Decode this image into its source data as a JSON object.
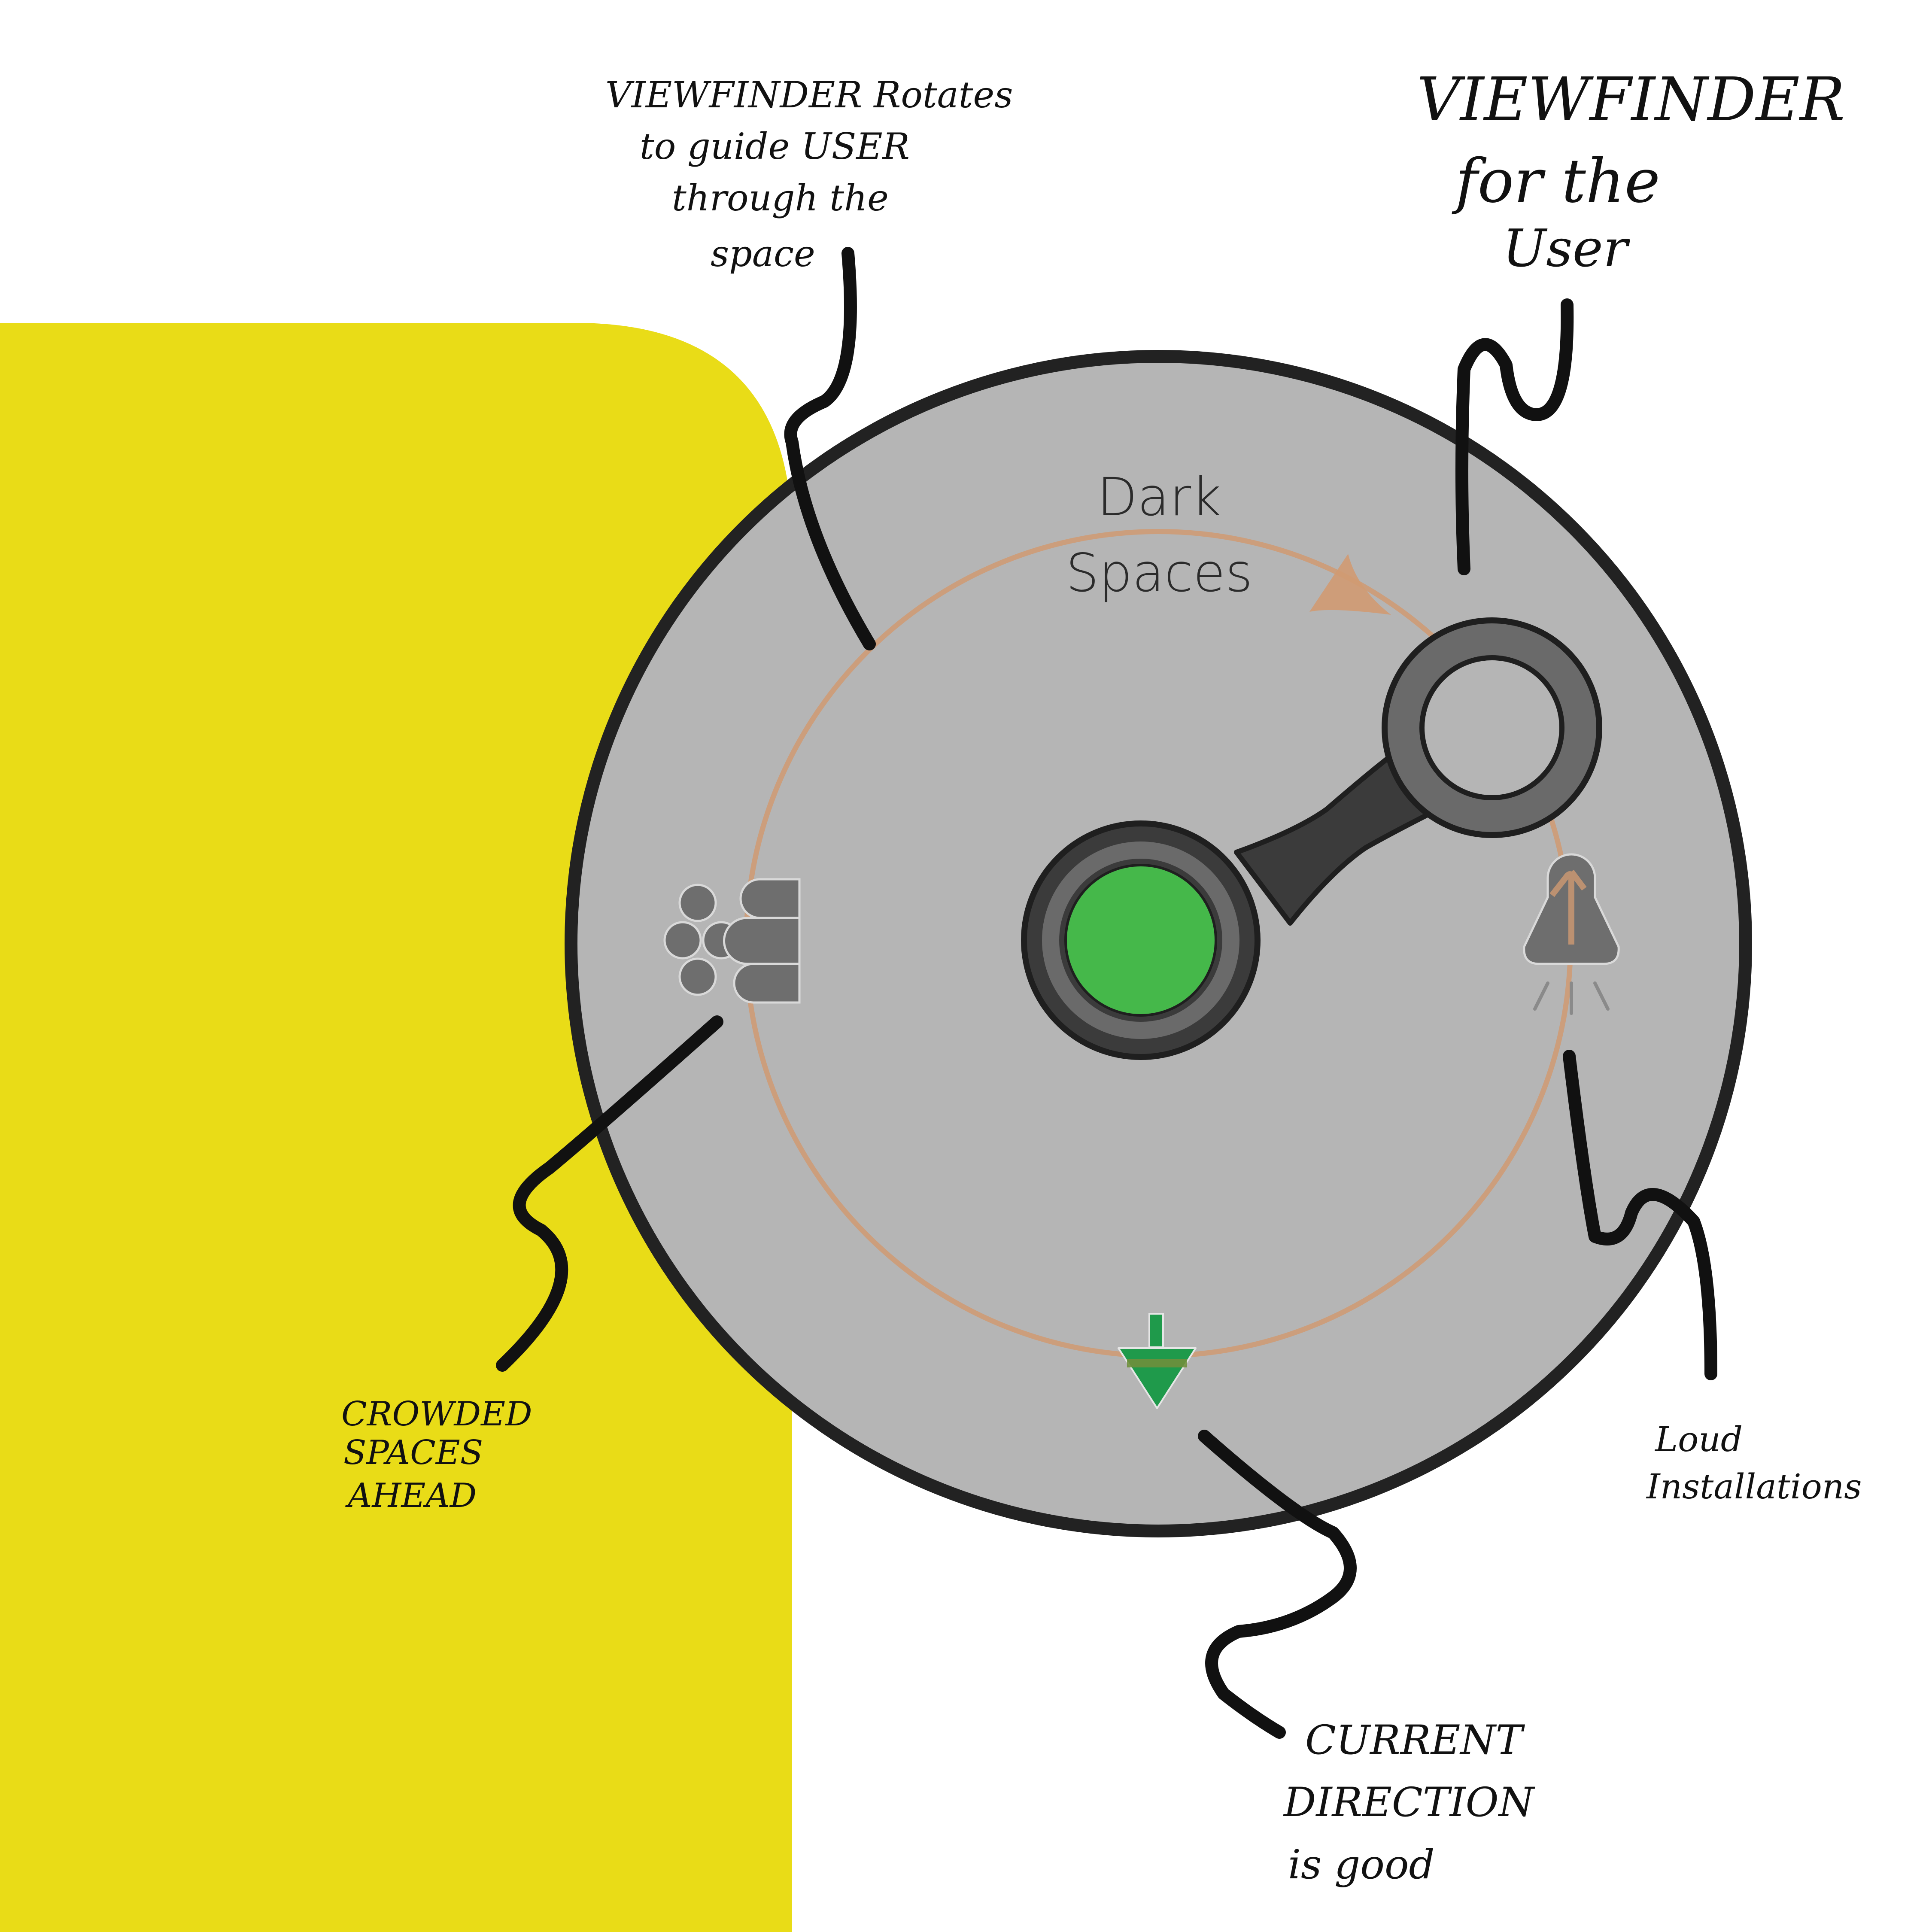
{
  "dial": {
    "zone_label_line1": "Dark",
    "zone_label_line2": "Spaces"
  },
  "annotations": {
    "rotates": {
      "line1": "VIEWFINDER Rotates",
      "line2": "to guide USER",
      "line3": "through the",
      "line4": "space"
    },
    "viewfinder": {
      "line1": "VIEWFINDER",
      "line2": "for the",
      "line3": "User"
    },
    "crowded": {
      "line1": "CROWDED",
      "line2": "SPACES",
      "line3": "AHEAD"
    },
    "loud": {
      "line1": "Loud",
      "line2": "Installations"
    },
    "direction": {
      "line1": "CURRENT",
      "line2": "DIRECTION",
      "line3": "is good"
    }
  },
  "icons": {
    "crowd": "crowd-icon",
    "loud": "speaker-icon",
    "direction": "direction-arrow-icon",
    "viewfinder": "viewfinder-icon",
    "center": "user-position-icon"
  },
  "colors": {
    "background": "#ffffff",
    "yellow_panel": "#e9dc17",
    "dial_fill": "#b5b5b5",
    "dial_stroke": "#222222",
    "guide_ring": "#d09a72",
    "knob_dark": "#3b3b3b",
    "knob_mid": "#6a6a6a",
    "user_green": "#45b84a",
    "direction_green": "#1f9a4b"
  }
}
